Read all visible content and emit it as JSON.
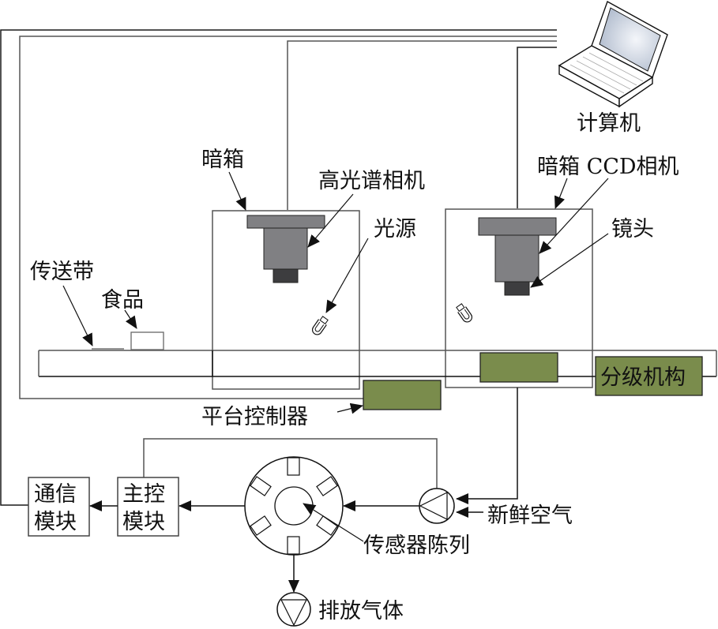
{
  "title": "基于高光谱、机器视觉与电子鼻的食品检测分级系统示意图",
  "labels": {
    "computer": "计算机",
    "dark_box_1": "暗箱",
    "hyperspectral_camera": "高光谱相机",
    "light_source": "光源",
    "dark_box_ccd": "暗箱 CCD相机",
    "lens": "镜头",
    "conveyor_belt": "传送带",
    "food": "食品",
    "grading_mechanism": "分级机构",
    "platform_controller": "平台控制器",
    "comm_module_line1": "通信",
    "comm_module_line2": "模块",
    "main_control_line1": "主控",
    "main_control_line2": "模块",
    "sensor_array": "传感器陈列",
    "fresh_air": "新鲜空气",
    "exhaust_gas": "排放气体"
  },
  "colors": {
    "controller_green": "#7a8c4c",
    "camera_body_gray": "#808083",
    "camera_lens_dark": "#3d3d3f",
    "line_black": "#1a1a1a",
    "line_gray": "#555555"
  }
}
